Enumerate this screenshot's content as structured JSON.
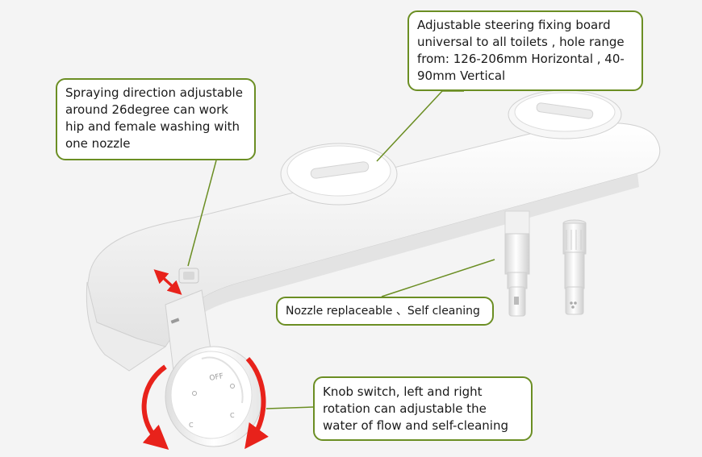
{
  "callouts": {
    "steering": "Adjustable steering fixing board universal to all toilets , hole range from: 126-206mm Horizontal , 40-90mm Vertical",
    "spray": "Spraying direction adjustable around 26degree can work hip and female washing with one nozzle",
    "nozzle": "Nozzle replaceable 、Self cleaning",
    "knob": "Knob switch, left and right rotation can adjustable the water of flow and self-cleaning"
  },
  "knob_labels": {
    "off": "OFF",
    "c_left": "C",
    "c_right": "C"
  },
  "colors": {
    "callout_border": "#6b8e23",
    "leader_line": "#6b8e23",
    "arrow": "#e8221b",
    "product": "#ffffff"
  }
}
